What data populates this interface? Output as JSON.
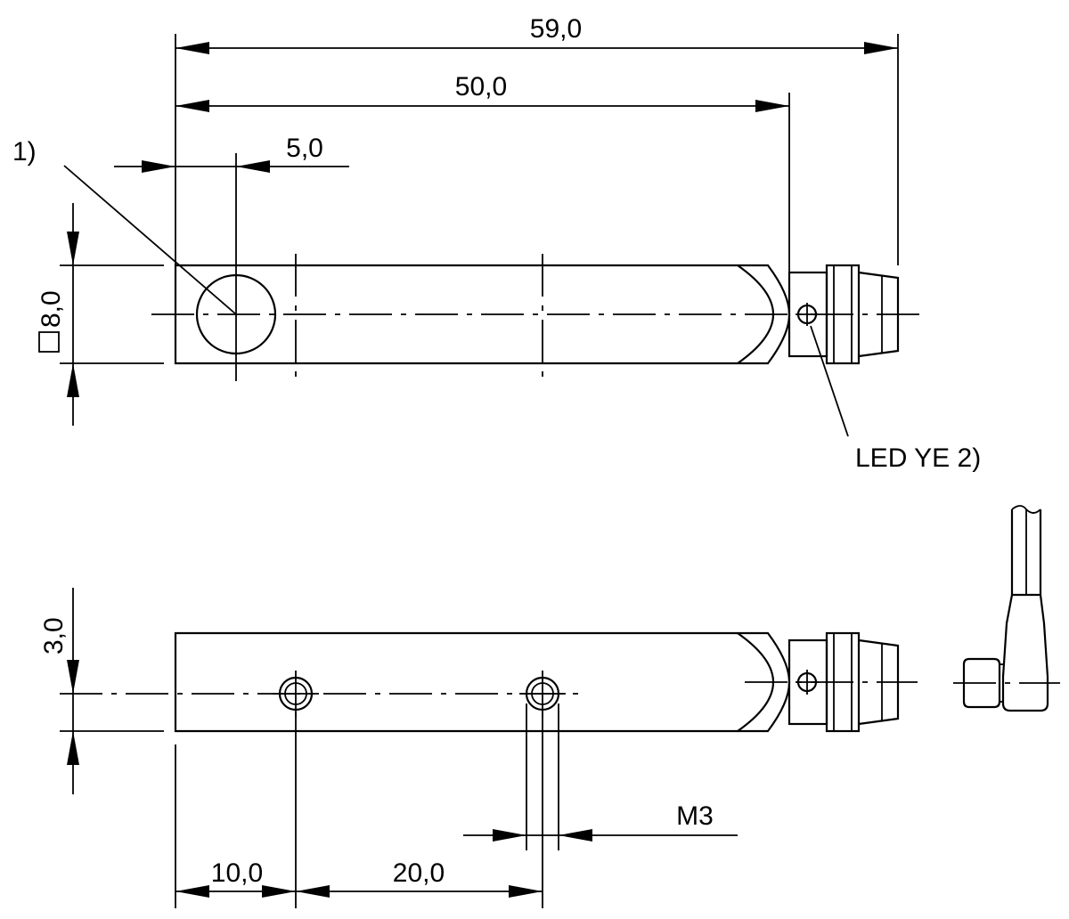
{
  "dimensions": {
    "overall_length": "59,0",
    "body_length": "50,0",
    "sensing_face_offset": "5,0",
    "square_section": "8,0",
    "mounting_height": "3,0",
    "first_hole_offset": "10,0",
    "hole_spacing": "20,0",
    "thread": "M3"
  },
  "notes": {
    "sensing_face": "1)",
    "led": "LED YE 2)"
  },
  "colors": {
    "line": "#000000",
    "background": "#ffffff"
  }
}
